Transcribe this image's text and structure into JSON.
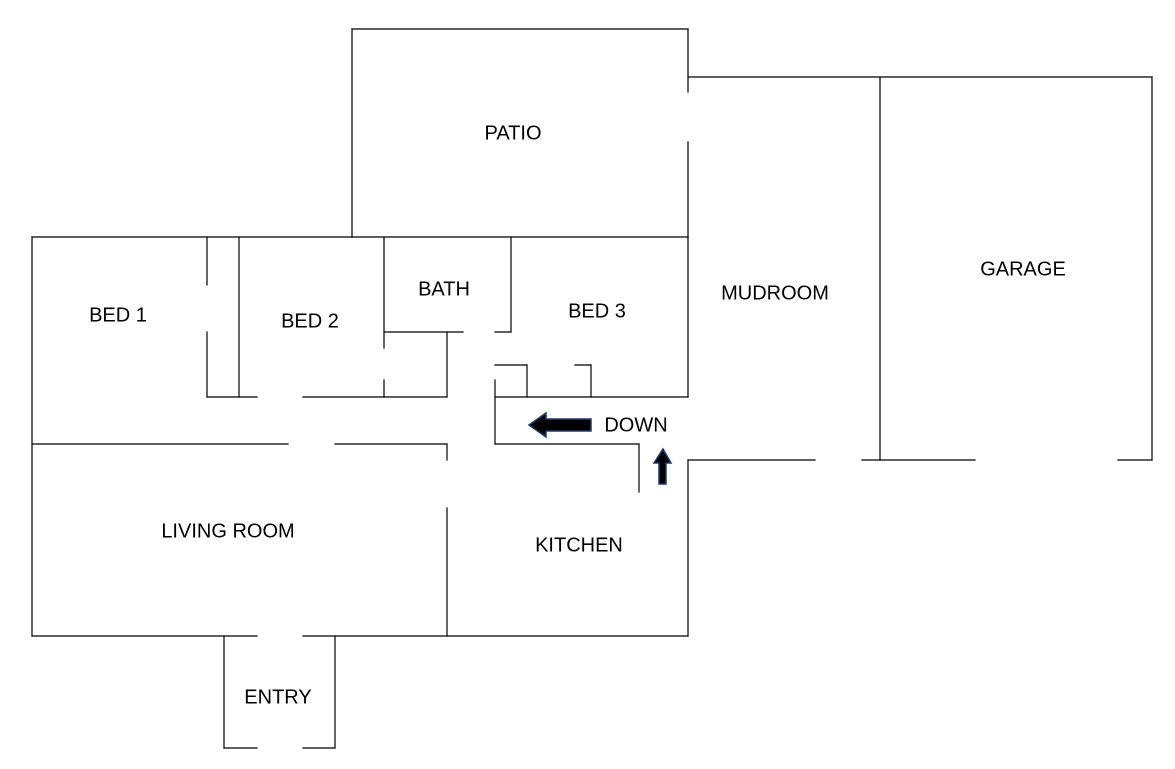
{
  "rooms": {
    "patio": "PATIO",
    "garage": "GARAGE",
    "mudroom": "MUDROOM",
    "bed1": "BED 1",
    "bed2": "BED 2",
    "bath": "BATH",
    "bed3": "BED 3",
    "living_room": "LIVING ROOM",
    "kitchen": "KITCHEN",
    "entry": "ENTRY"
  },
  "stairs": {
    "label": "DOWN"
  },
  "colors": {
    "wall": "#000000",
    "arrow_fill": "#000000",
    "arrow_outline": "#1f3b6b",
    "background": "#ffffff"
  }
}
